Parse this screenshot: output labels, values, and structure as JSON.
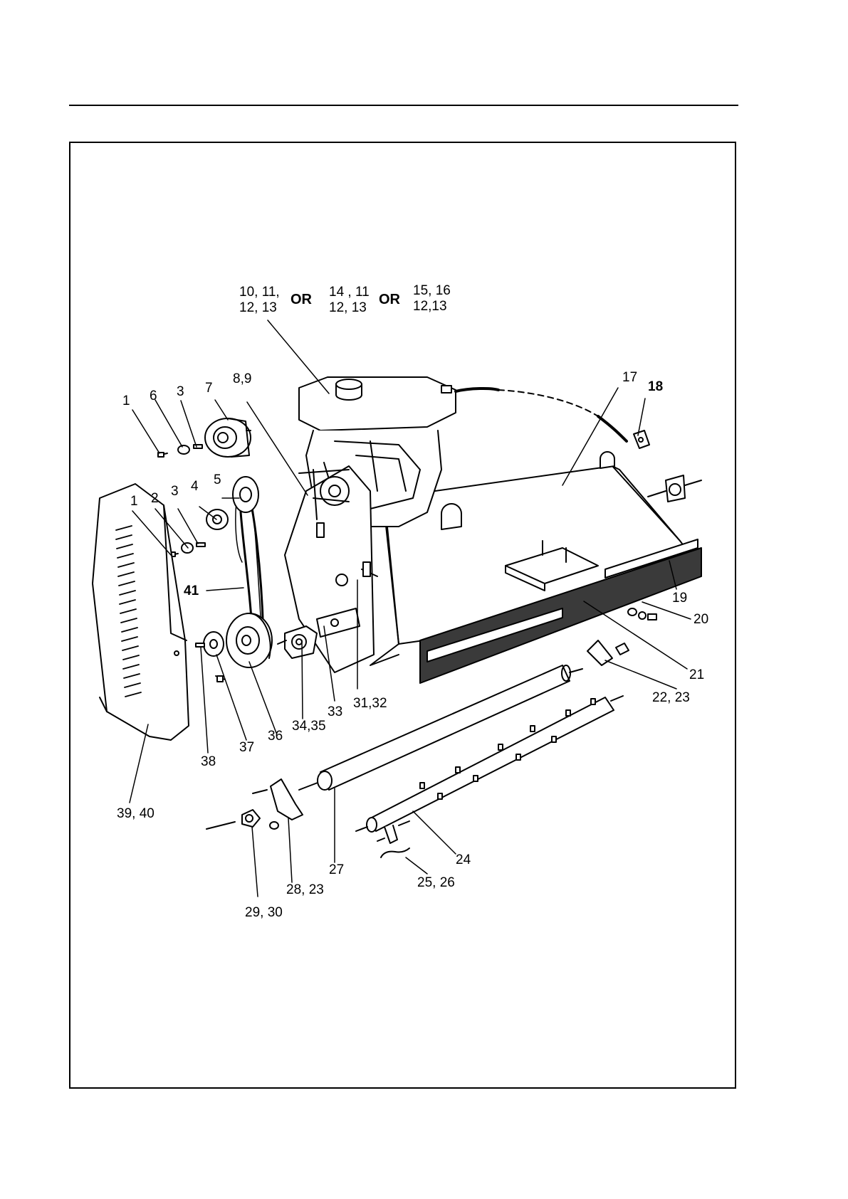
{
  "header_rule": true,
  "diagram": {
    "engine_options": {
      "option_a_line1": "10, 11,",
      "option_a_line2": "12, 13",
      "or_1": "OR",
      "option_b_line1": "14 , 11",
      "option_b_line2": "12, 13",
      "or_2": "OR",
      "option_c_line1": "15, 16",
      "option_c_line2": "12,13"
    },
    "callouts": [
      {
        "id": "1a",
        "text": "1"
      },
      {
        "id": "6",
        "text": "6"
      },
      {
        "id": "3a",
        "text": "3"
      },
      {
        "id": "7",
        "text": "7"
      },
      {
        "id": "8_9",
        "text": "8,9"
      },
      {
        "id": "17",
        "text": "17"
      },
      {
        "id": "18",
        "text": "18"
      },
      {
        "id": "1b",
        "text": "1"
      },
      {
        "id": "2",
        "text": "2"
      },
      {
        "id": "3b",
        "text": "3"
      },
      {
        "id": "4",
        "text": "4"
      },
      {
        "id": "5",
        "text": "5"
      },
      {
        "id": "41",
        "text": "41"
      },
      {
        "id": "19",
        "text": "19"
      },
      {
        "id": "20",
        "text": "20"
      },
      {
        "id": "21",
        "text": "21"
      },
      {
        "id": "22_23",
        "text": "22, 23"
      },
      {
        "id": "31_32",
        "text": "31,32"
      },
      {
        "id": "33",
        "text": "33"
      },
      {
        "id": "34_35",
        "text": "34,35"
      },
      {
        "id": "36",
        "text": "36"
      },
      {
        "id": "37",
        "text": "37"
      },
      {
        "id": "38",
        "text": "38"
      },
      {
        "id": "39_40",
        "text": "39, 40"
      },
      {
        "id": "27",
        "text": "27"
      },
      {
        "id": "24",
        "text": "24"
      },
      {
        "id": "25_26",
        "text": "25, 26"
      },
      {
        "id": "28_23",
        "text": "28, 23"
      },
      {
        "id": "29_30",
        "text": "29, 30"
      }
    ]
  },
  "colors": {
    "ink": "#000000",
    "paper": "#ffffff",
    "shade": "#3a3a3a"
  }
}
